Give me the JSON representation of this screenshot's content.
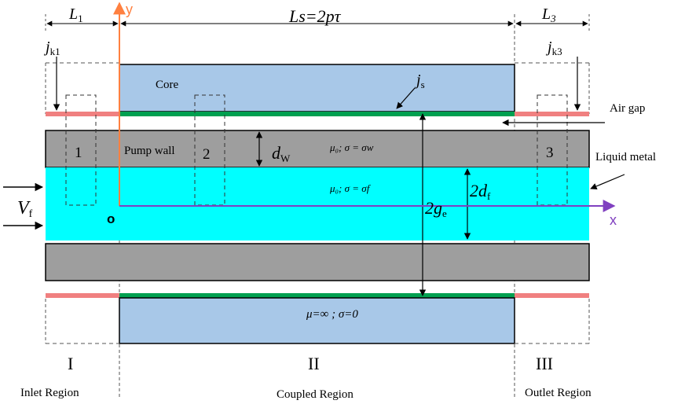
{
  "dimensions": {
    "L1": "L",
    "L1_sub": "1",
    "Ls": "Ls=2pτ",
    "L3": "L",
    "L3_sub": "3"
  },
  "currents": {
    "jk1": "j",
    "jk1_sub": "k1",
    "jk3": "j",
    "jk3_sub": "k3",
    "js": "j",
    "js_sub": "s"
  },
  "labels": {
    "core": "Core",
    "air_gap": "Air gap",
    "pump_wall": "Pump wall",
    "liquid_metal": "Liquid metal",
    "dw": "d",
    "dw_sub": "W",
    "two_ge": "2g",
    "two_ge_sub": "e",
    "two_df": "2d",
    "two_df_sub": "f",
    "vf": "V",
    "vf_sub": "f",
    "wall_props": "μ₀;  σ = σw",
    "fluid_props": "μ₀;  σ = σf",
    "core_props": "μ=∞  ;   σ=0",
    "box1": "1",
    "box2": "2",
    "box3": "3"
  },
  "axes": {
    "x": "x",
    "y": "y",
    "origin": "o"
  },
  "regions": {
    "I": "I",
    "II": "II",
    "III": "III",
    "inlet": "Inlet Region",
    "coupled": "Coupled Region",
    "outlet": "Outlet Region"
  },
  "colors": {
    "core": "#a8c8e8",
    "wall": "#9e9e9e",
    "fluid": "#00ffff",
    "winding": "#00a050",
    "end_winding": "#f08080",
    "y_axis": "#ff8040",
    "x_axis": "#8040c0"
  }
}
